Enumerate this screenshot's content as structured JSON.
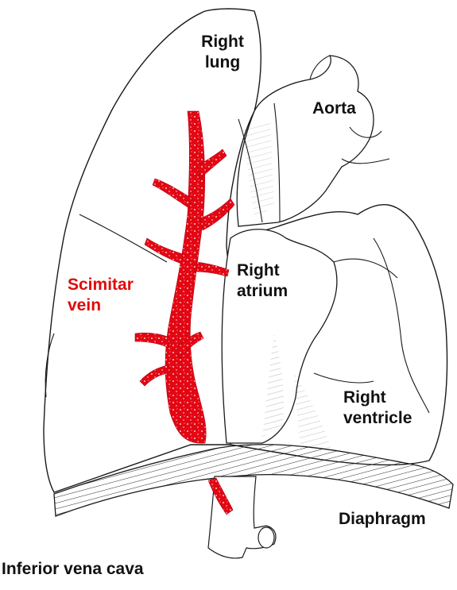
{
  "labels": {
    "right_lung": [
      "Right",
      "lung"
    ],
    "aorta": "Aorta",
    "scimitar_vein": [
      "Scimitar",
      "vein"
    ],
    "right_atrium": [
      "Right",
      "atrium"
    ],
    "right_ventricle": [
      "Right",
      "ventricle"
    ],
    "diaphragm": "Diaphragm",
    "inferior_vena_cava": "Inferior vena cava"
  },
  "colors": {
    "line": "#1a1a1a",
    "vein": "#e30613",
    "vein_label": "#e00a0a",
    "label": "#111111",
    "background": "#ffffff"
  }
}
